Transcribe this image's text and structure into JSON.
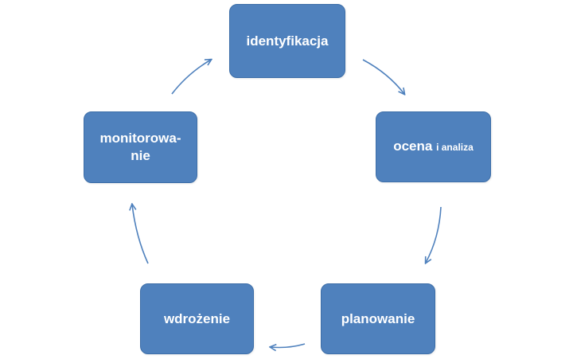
{
  "diagram": {
    "nodes": {
      "identyfikacja": {
        "label": "identyfikacja"
      },
      "ocena": {
        "label_main": "ocena",
        "label_small": "i analiza"
      },
      "planowanie": {
        "label": "planowanie"
      },
      "wdrozenie": {
        "label": "wdrożenie"
      },
      "monitorowanie": {
        "line1": "monitorowa-",
        "line2": "nie"
      }
    },
    "colors": {
      "node_fill": "#4f81bd",
      "node_text": "#ffffff",
      "arrow": "#4f81bd"
    }
  }
}
